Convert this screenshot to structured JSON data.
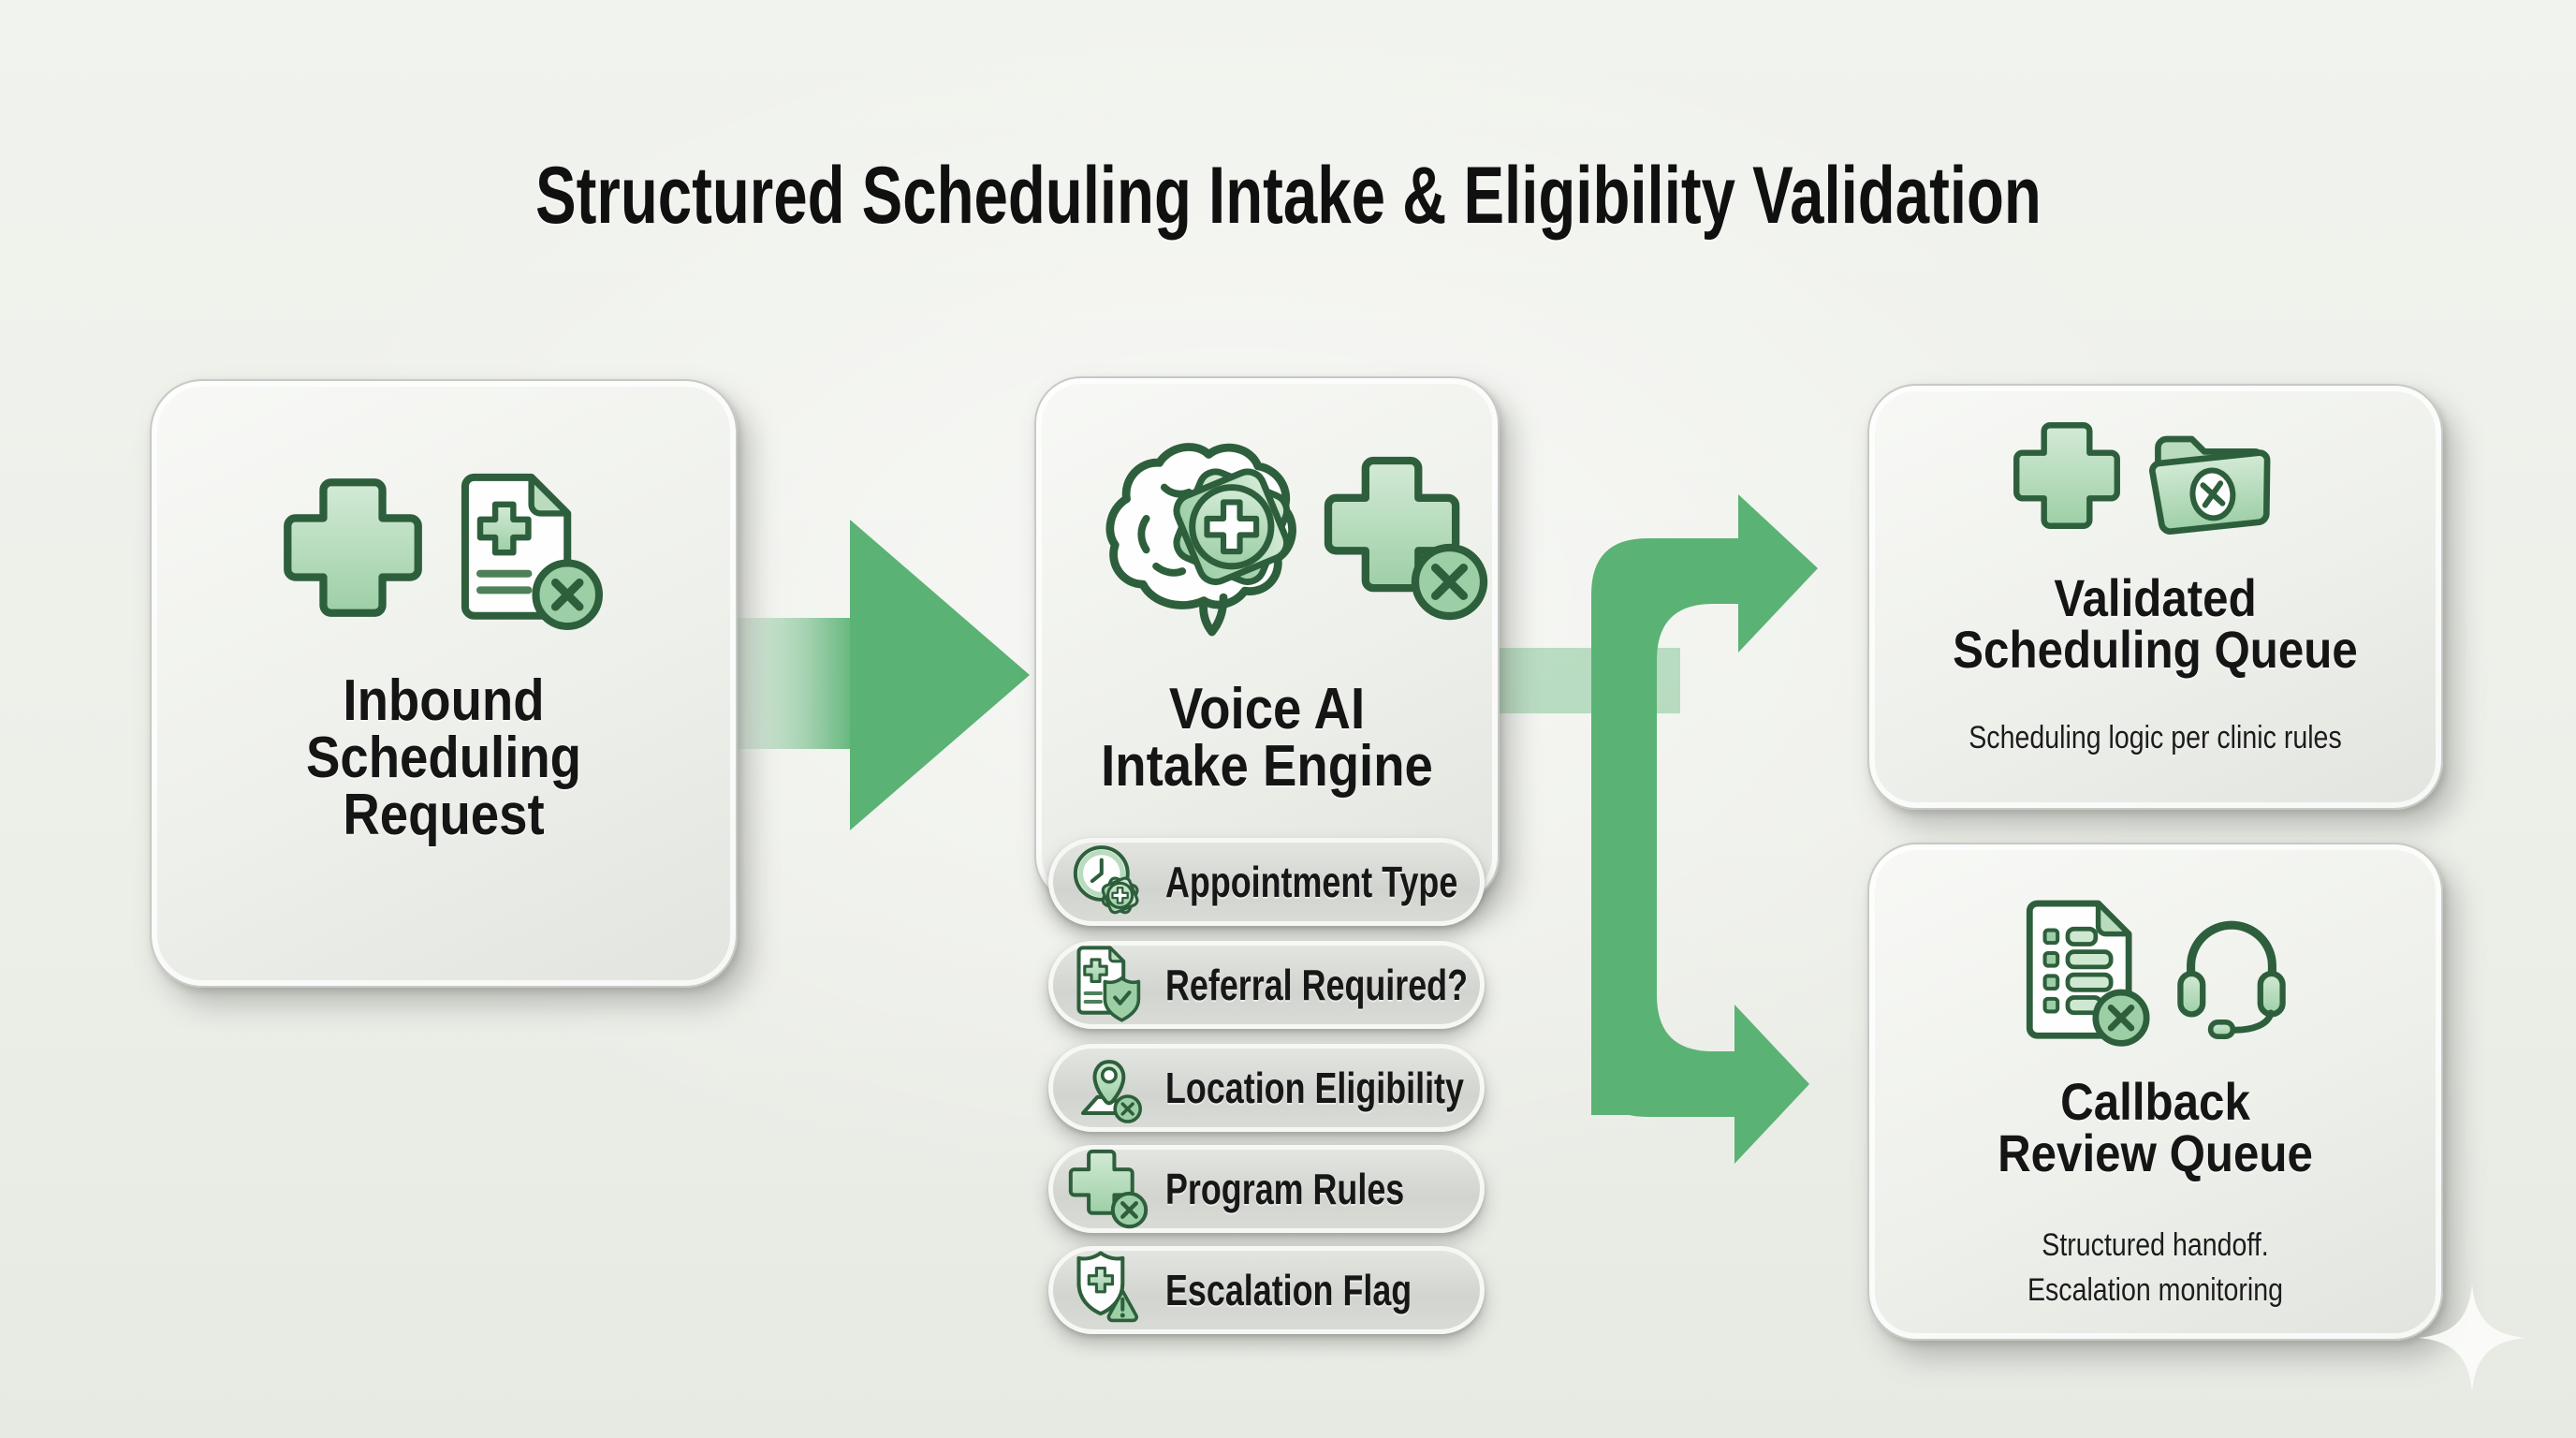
{
  "title": "Structured Scheduling Intake & Eligibility Validation",
  "nodes": {
    "inbound": {
      "label_lines": [
        "Inbound",
        "Scheduling",
        "Request"
      ],
      "icons": [
        "medical-cross-icon",
        "document-x-icon"
      ]
    },
    "voice_ai": {
      "label_lines": [
        "Voice AI",
        "Intake Engine"
      ],
      "icons": [
        "brain-gear-icon",
        "plus-x-icon"
      ],
      "checks": [
        {
          "label": "Appointment Type",
          "icon": "clock-gear-icon"
        },
        {
          "label": "Referral Required?",
          "icon": "referral-shield-icon"
        },
        {
          "label": "Location Eligibility",
          "icon": "location-x-icon"
        },
        {
          "label": "Program Rules",
          "icon": "plus-x-icon"
        },
        {
          "label": "Escalation Flag",
          "icon": "shield-alert-icon"
        }
      ]
    },
    "validated": {
      "label_lines": [
        "Validated",
        "Scheduling Queue"
      ],
      "subtitle": "Scheduling logic per clinic rules",
      "icons": [
        "medical-cross-icon",
        "folder-x-icon"
      ]
    },
    "callback": {
      "label_lines": [
        "Callback",
        "Review Queue"
      ],
      "subtitle_lines": [
        "Structured handoff.",
        "Escalation monitoring"
      ],
      "icons": [
        "checklist-x-icon",
        "headset-icon"
      ]
    }
  },
  "colors": {
    "background": "#eff1ec",
    "accent_green": "#5ab274",
    "icon_green_dark": "#2e5f3c",
    "icon_green_light": "#a8d3ae",
    "badge_green": "#9dcfa6",
    "card_fill": "#f0f2ed",
    "pill_fill": "#d6d8d3",
    "text": "#141414"
  }
}
